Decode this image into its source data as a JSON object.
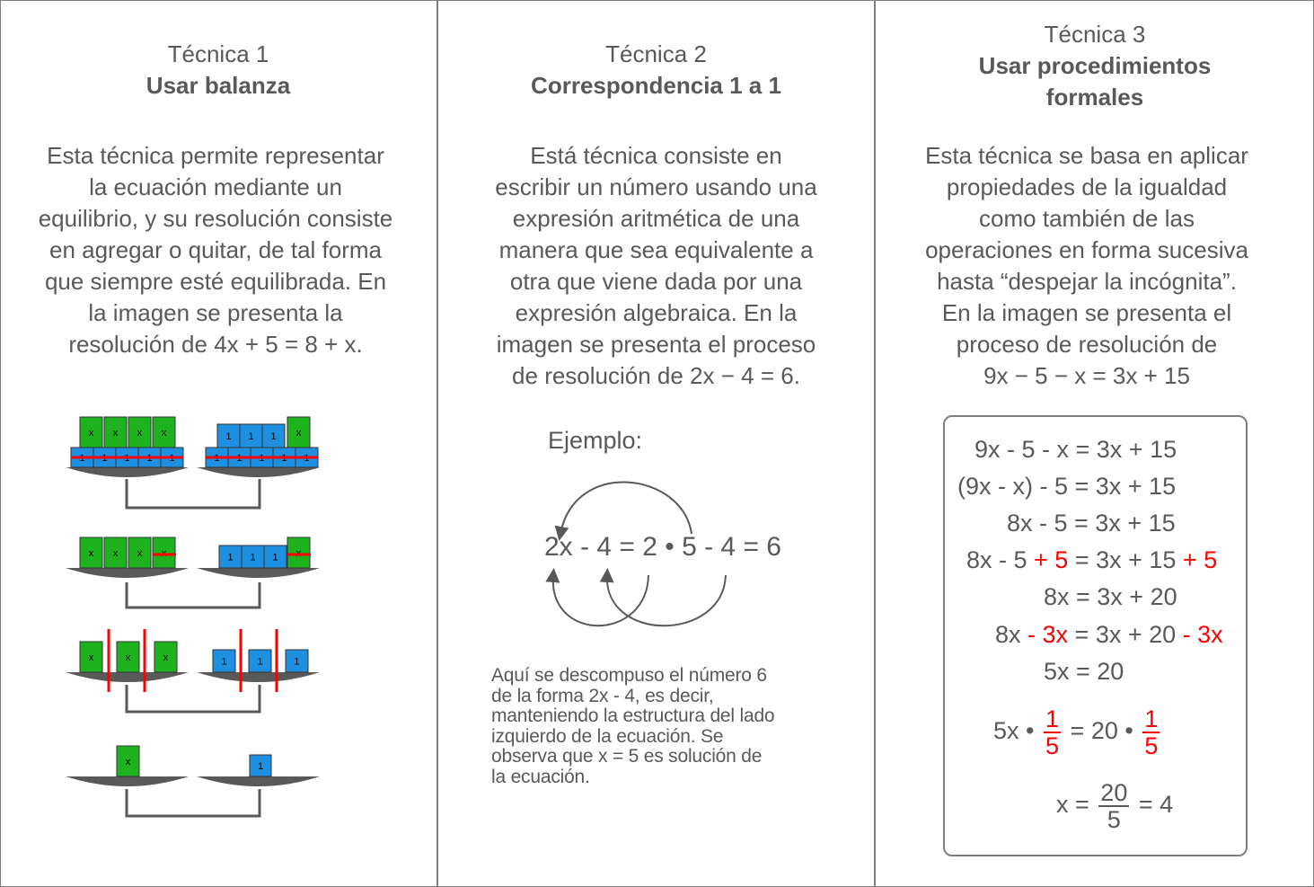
{
  "colors": {
    "text": "#595959",
    "border": "#7f7f7f",
    "highlight": "#ff0000",
    "x_block": "#1fb21f",
    "unit_block": "#1f8fe0",
    "scale": "#595959"
  },
  "technique1": {
    "number": "Técnica 1",
    "name": "Usar balanza",
    "description": [
      "Esta técnica permite representar",
      "la ecuación mediante un",
      "equilibrio, y su resolución consiste",
      "en agregar o quitar, de tal forma",
      "que siempre esté equilibrada. En",
      "la imagen se presenta la",
      "resolución de 4x + 5 = 8 + x."
    ],
    "block_x_label": "x",
    "block_unit_label": "1"
  },
  "technique2": {
    "number": "Técnica 2",
    "name": "Correspondencia 1 a 1",
    "description": [
      "Está técnica consiste en",
      "escribir un número usando una",
      "expresión aritmética de una",
      "manera que sea equivalente a",
      "otra que viene dada por una",
      "expresión algebraica. En la",
      "imagen se presenta el proceso",
      "de resolución de 2x − 4 = 6."
    ],
    "example_label": "Ejemplo:",
    "example_equation": "2x - 4 = 2 • 5 - 4 = 6",
    "note": [
      "Aquí se descompuso el número 6",
      "de la forma 2x - 4, es decir,",
      "manteniendo la estructura del lado",
      "izquierdo de la ecuación. Se",
      "observa que x = 5 es solución de",
      "la ecuación."
    ]
  },
  "technique3": {
    "number": "Técnica 3",
    "name_lines": [
      "Usar procedimientos",
      "formales"
    ],
    "description": [
      "Esta técnica se basa en aplicar",
      "propiedades de la igualdad",
      "como también de las",
      "operaciones en forma sucesiva",
      "hasta “despejar la incógnita”.",
      "En la imagen se presenta el",
      "proceso de resolución de",
      "9x − 5 − x = 3x + 15"
    ],
    "steps": {
      "s1": "9x - 5 - x = 3x + 15",
      "s2": "(9x - x) - 5 = 3x + 15",
      "s3": "8x - 5 = 3x + 15",
      "s4a": "8x - 5 ",
      "s4b": "+ 5",
      "s4c": " = 3x + 15 ",
      "s4d": "+ 5",
      "s5": "8x = 3x + 20",
      "s6a": "8x ",
      "s6b": "- 3x",
      "s6c": " = 3x + 20 ",
      "s6d": "- 3x",
      "s7": "5x = 20",
      "s8a": "5x •",
      "s8_num": "1",
      "s8_den": "5",
      "s8b": "= 20 •",
      "s9a": "x =",
      "s9_num": "20",
      "s9_den": "5",
      "s9b": "= 4"
    }
  }
}
